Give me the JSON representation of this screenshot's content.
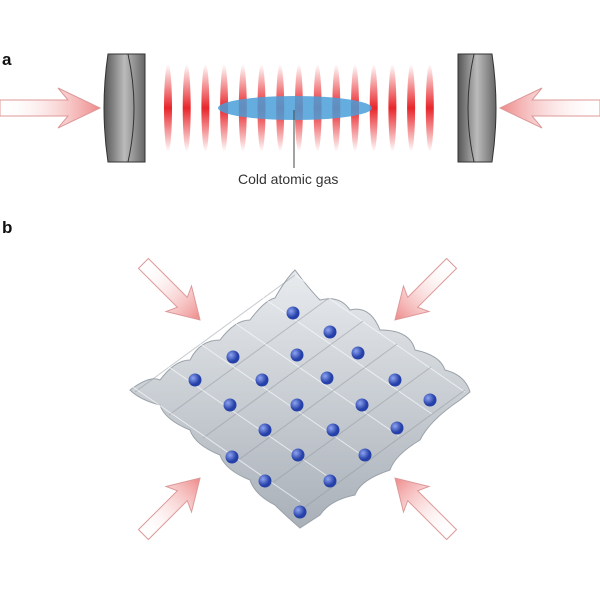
{
  "panel_a": {
    "label": "a",
    "caption": "Cold atomic gas"
  },
  "panel_b": {
    "label": "b"
  },
  "colors": {
    "laser": "#e8262b",
    "gas": "#4a9fd8",
    "atom": "#3350b8",
    "surface": "#c9ced4"
  }
}
